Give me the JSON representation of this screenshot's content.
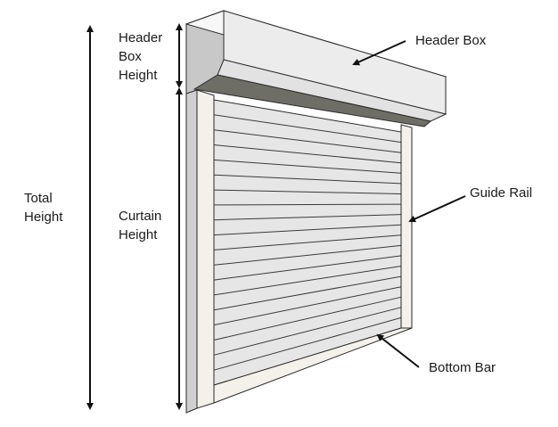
{
  "labels": {
    "total_height": [
      "Total",
      "Height"
    ],
    "header_box_height": [
      "Header",
      "Box",
      "Height"
    ],
    "curtain_height": [
      "Curtain",
      "Height"
    ],
    "header_box": "Header Box",
    "guide_rail": "Guide Rail",
    "bottom_bar": "Bottom Bar"
  },
  "colors": {
    "outline": "#2a2a2a",
    "header_front": "#ececec",
    "header_top": "#f7f7f7",
    "header_left": "#c8c8c8",
    "header_underside": "#6e6e66",
    "frame": "#f3f1ea",
    "frame_side": "#c8c8c8",
    "curtain": "#e6e6e6",
    "slat_line": "#3a3a3a",
    "arrow": "#111111"
  }
}
